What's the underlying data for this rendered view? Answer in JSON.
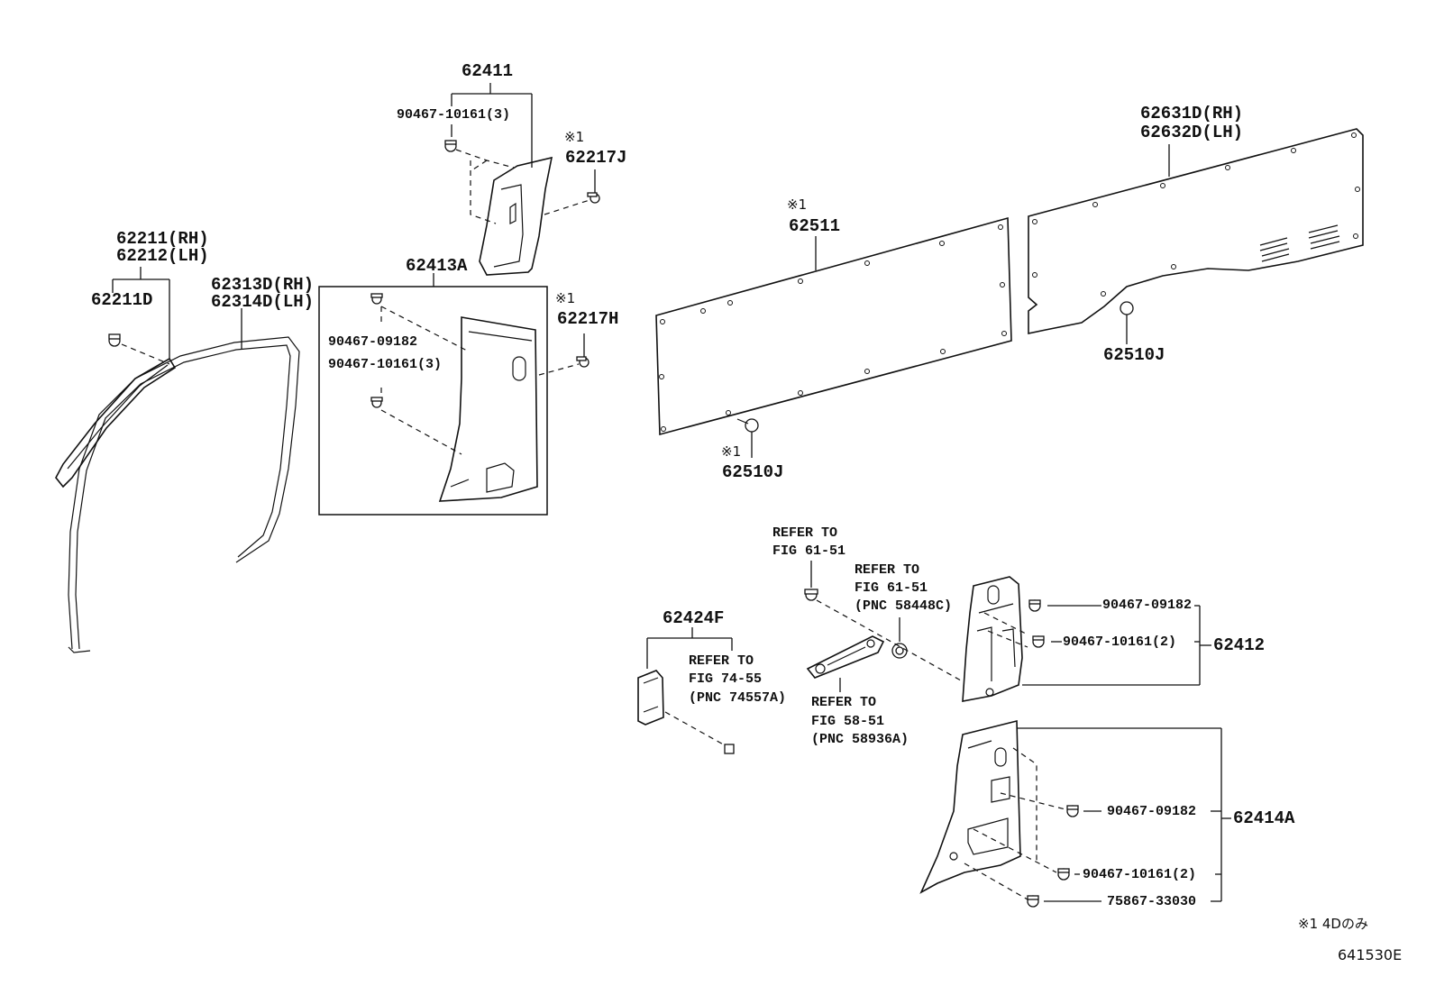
{
  "diagram_id": "641530E",
  "footnote": "※1 4Dのみ",
  "marker": "※1",
  "labels": {
    "p62411": "62411",
    "p90467_10161_3_top": "90467-10161(3)",
    "p62217J": "62217J",
    "p62211": "62211(RH)",
    "p62212": "62212(LH)",
    "p62211D": "62211D",
    "p62313D": "62313D(RH)",
    "p62314D": "62314D(LH)",
    "p62413A": "62413A",
    "p62217H": "62217H",
    "p90467_09182_box": "90467-09182",
    "p90467_10161_3_box": "90467-10161(3)",
    "p62511": "62511",
    "p62510J_left": "62510J",
    "p62631D": "62631D(RH)",
    "p62632D": "62632D(LH)",
    "p62510J_right": "62510J",
    "p62424F": "62424F",
    "refer_74_55": [
      "REFER TO",
      "FIG 74-55",
      "(PNC 74557A)"
    ],
    "refer_61_51_a": [
      "REFER TO",
      "FIG 61-51"
    ],
    "refer_61_51_b": [
      "REFER TO",
      "FIG 61-51",
      "(PNC 58448C)"
    ],
    "refer_58_51": [
      "REFER TO",
      "FIG 58-51",
      "(PNC 58936A)"
    ],
    "p90467_09182_r1": "90467-09182",
    "p90467_10161_2_r1": "90467-10161(2)",
    "p62412": "62412",
    "p90467_09182_r2": "90467-09182",
    "p90467_10161_2_r2": "90467-10161(2)",
    "p75867_33030": "75867-33030",
    "p62414A": "62414A"
  }
}
